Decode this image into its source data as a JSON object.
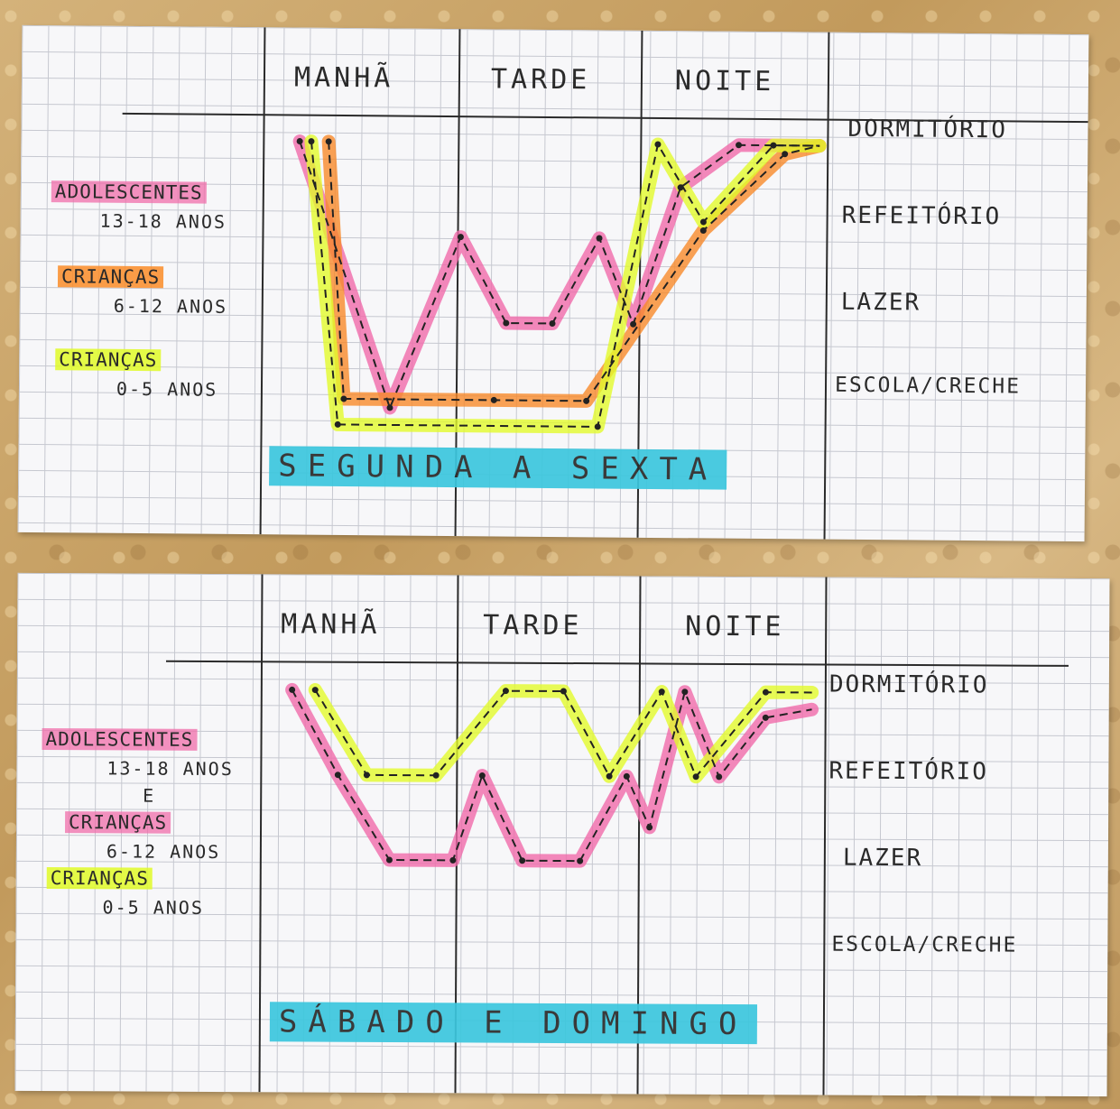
{
  "chart_data": [
    {
      "type": "line",
      "x_labels": [
        "MANHÃ",
        "TARDE",
        "NOITE"
      ],
      "y_labels": [
        "DORMITÓRIO",
        "REFEITÓRIO",
        "LAZER",
        "ESCOLA/CRECHE"
      ],
      "title": "SEGUNDA A SEXTA",
      "legend": [
        {
          "name": "ADOLESCENTES",
          "sub": "13-18 ANOS",
          "color": "#f06aaa"
        },
        {
          "name": "CRIANÇAS",
          "sub": "6-12 ANOS",
          "color": "#f8892a"
        },
        {
          "name": "CRIANÇAS",
          "sub": "0-5 ANOS",
          "color": "#e2fa2c"
        }
      ],
      "series": [
        {
          "color": "#f06aaa",
          "points": [
            [
              0.1,
              0
            ],
            [
              0.9,
              3.1
            ],
            [
              1.5,
              1.1
            ],
            [
              1.9,
              2.1
            ],
            [
              2.3,
              2.1
            ],
            [
              2.7,
              1.1
            ],
            [
              3.0,
              2.1
            ],
            [
              3.4,
              0.5
            ],
            [
              3.9,
              0
            ],
            [
              4.6,
              0
            ]
          ]
        },
        {
          "color": "#f8892a",
          "points": [
            [
              0.35,
              0
            ],
            [
              0.5,
              3.0
            ],
            [
              1.8,
              3.0
            ],
            [
              2.6,
              3.0
            ],
            [
              3.6,
              1.0
            ],
            [
              4.3,
              0.1
            ],
            [
              4.6,
              0
            ]
          ]
        },
        {
          "color": "#e2fa2c",
          "points": [
            [
              0.2,
              0
            ],
            [
              0.45,
              3.3
            ],
            [
              2.7,
              3.3
            ],
            [
              3.2,
              0
            ],
            [
              3.6,
              0.9
            ],
            [
              4.2,
              0
            ],
            [
              4.6,
              0
            ]
          ]
        }
      ]
    },
    {
      "type": "line",
      "x_labels": [
        "MANHÃ",
        "TARDE",
        "NOITE"
      ],
      "y_labels": [
        "DORMITÓRIO",
        "REFEITÓRIO",
        "LAZER",
        "ESCOLA/CRECHE"
      ],
      "title": "SÁBADO E DOMINGO",
      "legend": [
        {
          "name": "ADOLESCENTES",
          "sub": "13-18 ANOS",
          "color": "#f06aaa"
        },
        {
          "name": "E",
          "sub": "",
          "color": ""
        },
        {
          "name": "CRIANÇAS",
          "sub": "6-12 ANOS",
          "color": "#f06aaa"
        },
        {
          "name": "CRIANÇAS",
          "sub": "0-5 ANOS",
          "color": "#e2fa2c"
        }
      ],
      "series": [
        {
          "color": "#f06aaa",
          "points": [
            [
              0.1,
              0
            ],
            [
              0.5,
              1.0
            ],
            [
              0.95,
              2.0
            ],
            [
              1.5,
              2.0
            ],
            [
              1.75,
              1.0
            ],
            [
              2.1,
              2.0
            ],
            [
              2.6,
              2.0
            ],
            [
              3.0,
              1.0
            ],
            [
              3.2,
              1.6
            ],
            [
              3.5,
              0
            ],
            [
              3.8,
              1.0
            ],
            [
              4.2,
              0.3
            ],
            [
              4.6,
              0.2
            ]
          ]
        },
        {
          "color": "#e2fa2c",
          "points": [
            [
              0.3,
              0
            ],
            [
              0.75,
              1.0
            ],
            [
              1.35,
              1.0
            ],
            [
              1.95,
              0
            ],
            [
              2.45,
              0
            ],
            [
              2.85,
              1.0
            ],
            [
              3.3,
              0
            ],
            [
              3.6,
              1.0
            ],
            [
              4.2,
              0
            ],
            [
              4.6,
              0
            ]
          ]
        }
      ]
    }
  ]
}
